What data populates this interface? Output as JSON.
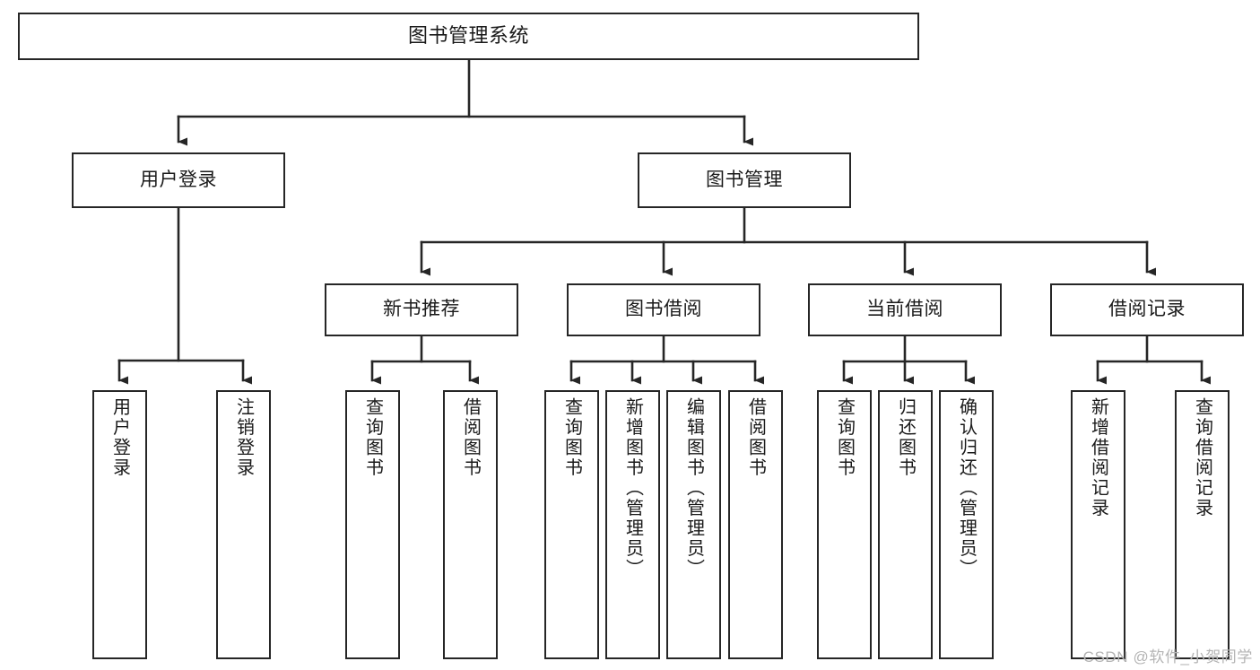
{
  "diagram": {
    "type": "tree-hierarchy",
    "title": "图书管理系统",
    "orientation": "top-down",
    "colors": {
      "box_border": "#262626",
      "box_fill": "#ffffff",
      "connector": "#262626",
      "text": "#1a1a1a",
      "background": "#ffffff",
      "watermark": "#b4b4b4"
    },
    "levels": [
      {
        "level": 1,
        "nodes": [
          {
            "id": "root",
            "label": "图书管理系统",
            "text_direction": "horizontal"
          }
        ]
      },
      {
        "level": 2,
        "nodes": [
          {
            "id": "user-login",
            "label": "用户登录",
            "text_direction": "horizontal",
            "parent": "root"
          },
          {
            "id": "book-manage",
            "label": "图书管理",
            "text_direction": "horizontal",
            "parent": "root"
          }
        ]
      },
      {
        "level": 3,
        "nodes": [
          {
            "id": "new-book-rec",
            "label": "新书推荐",
            "text_direction": "horizontal",
            "parent": "book-manage"
          },
          {
            "id": "book-borrow",
            "label": "图书借阅",
            "text_direction": "horizontal",
            "parent": "book-manage"
          },
          {
            "id": "current-borrow",
            "label": "当前借阅",
            "text_direction": "horizontal",
            "parent": "book-manage"
          },
          {
            "id": "borrow-record",
            "label": "借阅记录",
            "text_direction": "horizontal",
            "parent": "book-manage"
          }
        ]
      },
      {
        "level": 4,
        "nodes": [
          {
            "id": "leaf-user-login",
            "label": "用户登录",
            "text_direction": "vertical",
            "parent": "user-login"
          },
          {
            "id": "leaf-logout",
            "label": "注销登录",
            "text_direction": "vertical",
            "parent": "user-login"
          },
          {
            "id": "leaf-query-book-1",
            "label": "查询图书",
            "text_direction": "vertical",
            "parent": "new-book-rec"
          },
          {
            "id": "leaf-borrow-book-1",
            "label": "借阅图书",
            "text_direction": "vertical",
            "parent": "new-book-rec"
          },
          {
            "id": "leaf-query-book-2",
            "label": "查询图书",
            "text_direction": "vertical",
            "parent": "book-borrow"
          },
          {
            "id": "leaf-add-book",
            "label": "新增图书（管理员）",
            "text_direction": "vertical",
            "parent": "book-borrow"
          },
          {
            "id": "leaf-edit-book",
            "label": "编辑图书（管理员）",
            "text_direction": "vertical",
            "parent": "book-borrow"
          },
          {
            "id": "leaf-borrow-book-2",
            "label": "借阅图书",
            "text_direction": "vertical",
            "parent": "book-borrow"
          },
          {
            "id": "leaf-query-book-3",
            "label": "查询图书",
            "text_direction": "vertical",
            "parent": "current-borrow"
          },
          {
            "id": "leaf-return-book",
            "label": "归还图书",
            "text_direction": "vertical",
            "parent": "current-borrow"
          },
          {
            "id": "leaf-confirm-return",
            "label": "确认归还（管理员）",
            "text_direction": "vertical",
            "parent": "current-borrow"
          },
          {
            "id": "leaf-add-record",
            "label": "新增借阅记录",
            "text_direction": "vertical",
            "parent": "borrow-record"
          },
          {
            "id": "leaf-query-record",
            "label": "查询借阅记录",
            "text_direction": "vertical",
            "parent": "borrow-record"
          }
        ]
      }
    ]
  },
  "watermark": {
    "text": "CSDN @软件_小贺同学"
  }
}
